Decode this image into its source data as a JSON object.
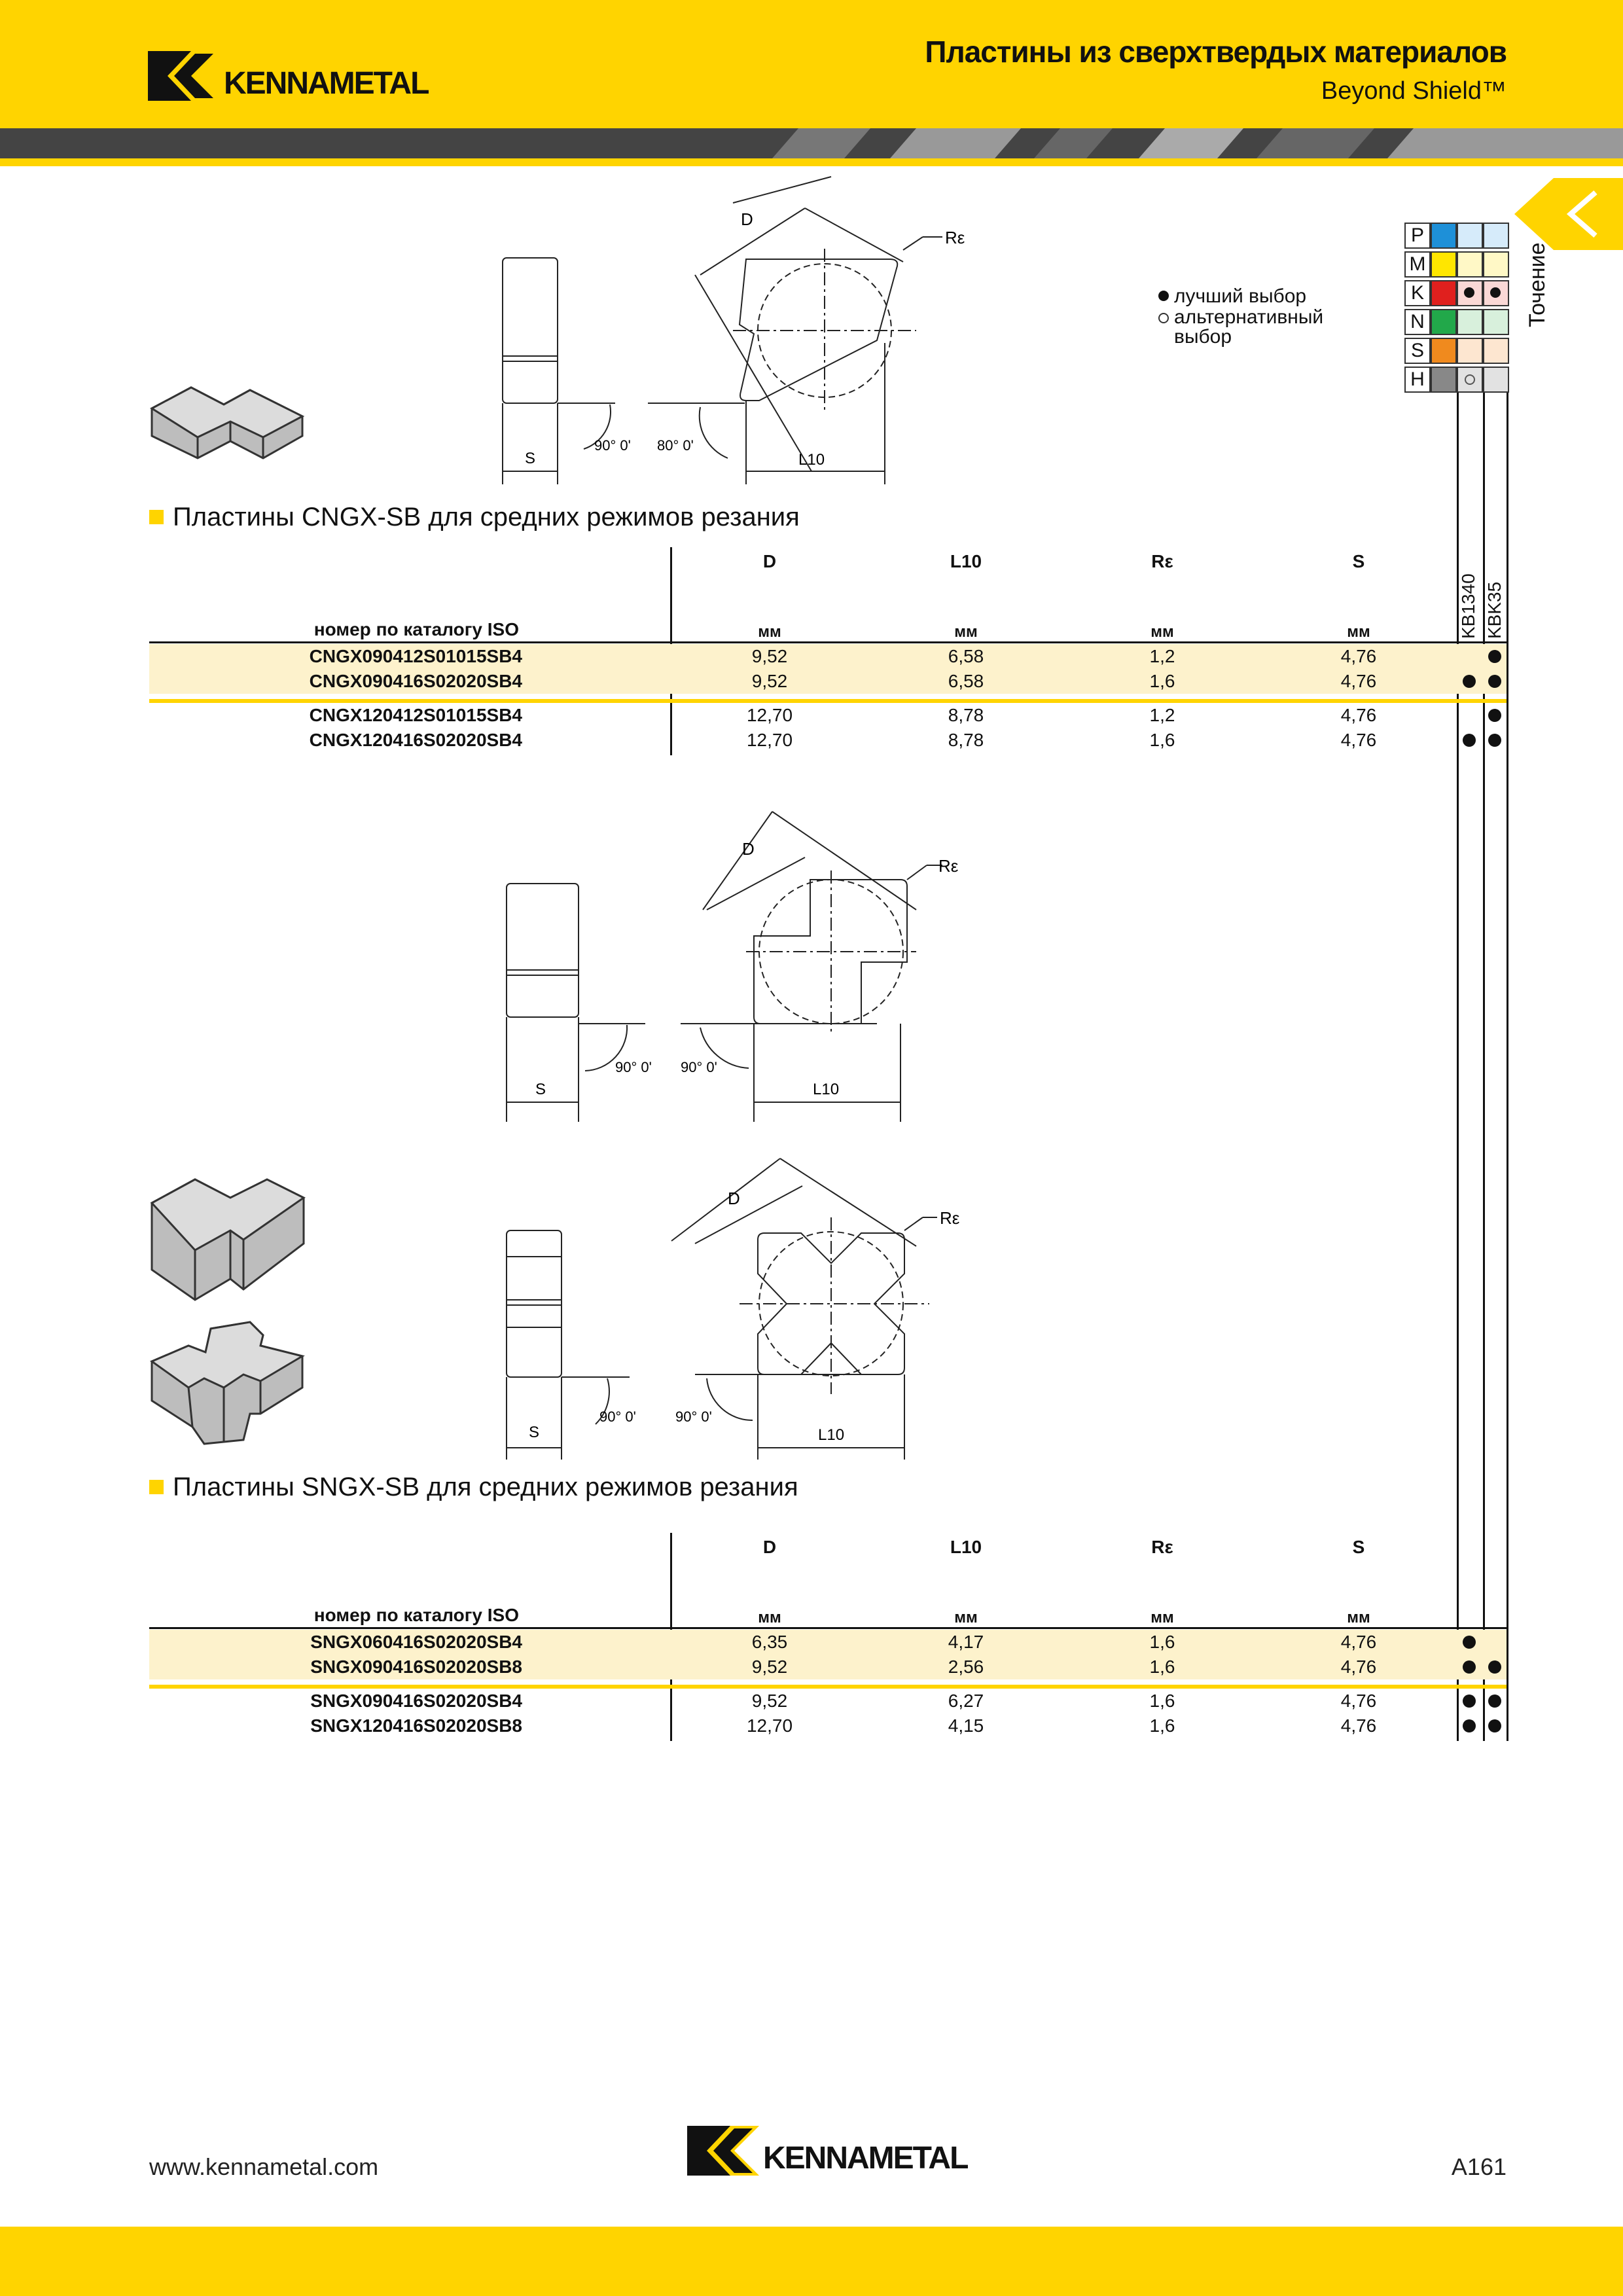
{
  "header": {
    "brand": "KENNAMETAL",
    "title": "Пластины из сверхтвердых материалов",
    "subtitle": "Beyond Shield™"
  },
  "side_tab": {
    "label": "Точение"
  },
  "legend": {
    "best": "лучший выбор",
    "alternative": "альтернативный выбор"
  },
  "material_groups": [
    "P",
    "M",
    "K",
    "N",
    "S",
    "H"
  ],
  "material_colors": {
    "P": "#1e90d8",
    "M": "#ffe600",
    "K": "#e0201e",
    "N": "#22a84a",
    "S": "#f08a1e",
    "H": "#888888"
  },
  "grades": [
    "KB1340",
    "KBK35"
  ],
  "drawing_labels": {
    "d": "D",
    "re": "Rε",
    "s": "S",
    "l10": "L10",
    "angle_90": "90° 0'",
    "angle_80": "80° 0'"
  },
  "section1": {
    "title": "Пластины CNGX-SB для средних режимов резания",
    "col_catalog": "номер по каталогу ISO",
    "col_d": "D",
    "col_l10": "L10",
    "col_re": "Rε",
    "col_s": "S",
    "unit": "мм",
    "rows": [
      {
        "code": "CNGX090412S01015SB4",
        "d": "9,52",
        "l10": "6,58",
        "re": "1,2",
        "s": "4,76",
        "kb1340": "",
        "kbk35": "●"
      },
      {
        "code": "CNGX090416S02020SB4",
        "d": "9,52",
        "l10": "6,58",
        "re": "1,6",
        "s": "4,76",
        "kb1340": "●",
        "kbk35": "●"
      },
      {
        "code": "CNGX120412S01015SB4",
        "d": "12,70",
        "l10": "8,78",
        "re": "1,2",
        "s": "4,76",
        "kb1340": "",
        "kbk35": "●"
      },
      {
        "code": "CNGX120416S02020SB4",
        "d": "12,70",
        "l10": "8,78",
        "re": "1,6",
        "s": "4,76",
        "kb1340": "●",
        "kbk35": "●"
      }
    ]
  },
  "section2": {
    "title": "Пластины SNGX-SB для средних режимов резания",
    "col_catalog": "номер по каталогу ISO",
    "col_d": "D",
    "col_l10": "L10",
    "col_re": "Rε",
    "col_s": "S",
    "unit": "мм",
    "rows": [
      {
        "code": "SNGX060416S02020SB4",
        "d": "6,35",
        "l10": "4,17",
        "re": "1,6",
        "s": "4,76",
        "kb1340": "●",
        "kbk35": ""
      },
      {
        "code": "SNGX090416S02020SB8",
        "d": "9,52",
        "l10": "2,56",
        "re": "1,6",
        "s": "4,76",
        "kb1340": "●",
        "kbk35": "●"
      },
      {
        "code": "SNGX090416S02020SB4",
        "d": "9,52",
        "l10": "6,27",
        "re": "1,6",
        "s": "4,76",
        "kb1340": "●",
        "kbk35": "●"
      },
      {
        "code": "SNGX120416S02020SB8",
        "d": "12,70",
        "l10": "4,15",
        "re": "1,6",
        "s": "4,76",
        "kb1340": "●",
        "kbk35": "●"
      }
    ]
  },
  "footer": {
    "url": "www.kennametal.com",
    "brand": "KENNAMETAL",
    "page": "A161"
  }
}
